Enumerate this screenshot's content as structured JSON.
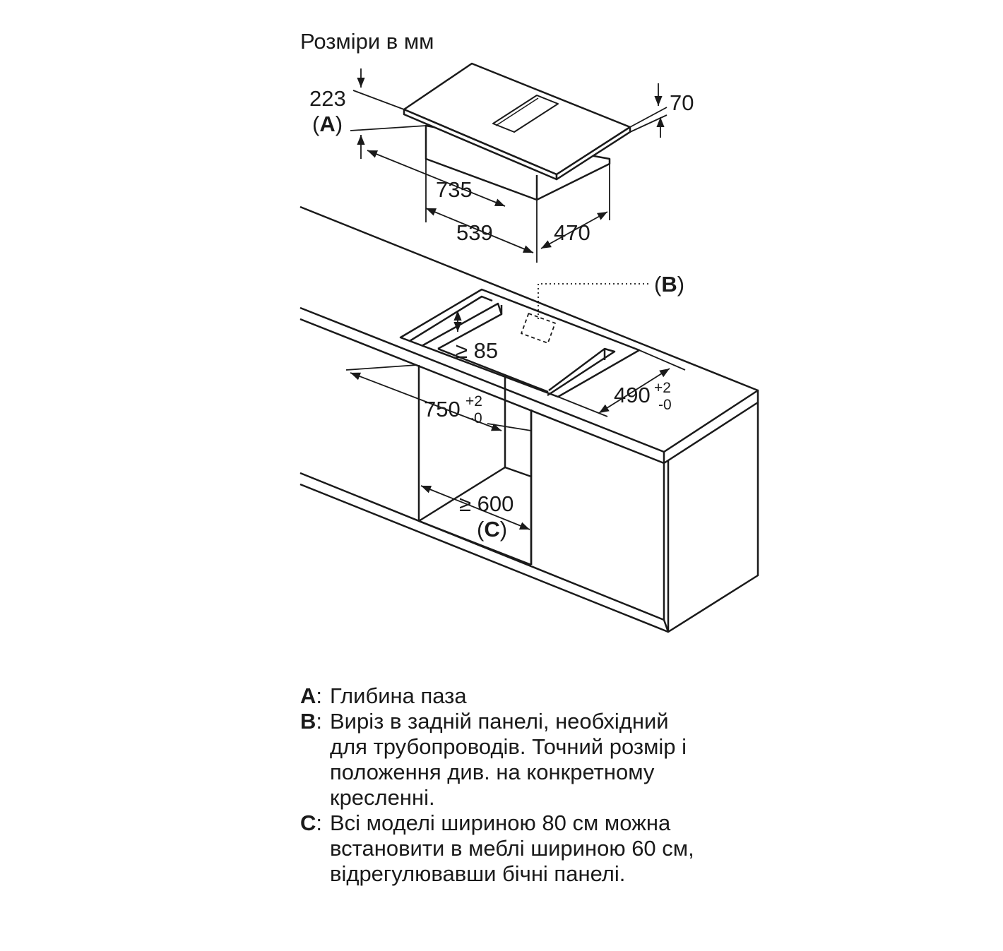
{
  "title": "Розміри в мм",
  "dimensions": {
    "depth_a": "223",
    "label_a": "A",
    "thickness": "70",
    "width_total": "735",
    "width_body": "539",
    "depth_body": "470",
    "label_b": "B",
    "back_gap": "≥ 85",
    "cutout_width": "750",
    "cutout_width_tol_plus": "+2",
    "cutout_width_tol_minus": "-0",
    "cutout_depth": "490",
    "cutout_depth_tol_plus": "+2",
    "cutout_depth_tol_minus": "-0",
    "cabinet_width": "≥ 600",
    "label_c": "C"
  },
  "legend": [
    {
      "key": "A",
      "lines": [
        "Глибина паза"
      ]
    },
    {
      "key": "B",
      "lines": [
        "Виріз в задній панелі, необхідний",
        "для трубопроводів. Точний розмір і",
        "положення див. на конкретному",
        "кресленні."
      ]
    },
    {
      "key": "C",
      "lines": [
        "Всі моделі шириною 80 см можна",
        "встановити в меблі шириною 60 см,",
        "відрегулювавши бічні панелі."
      ]
    }
  ]
}
